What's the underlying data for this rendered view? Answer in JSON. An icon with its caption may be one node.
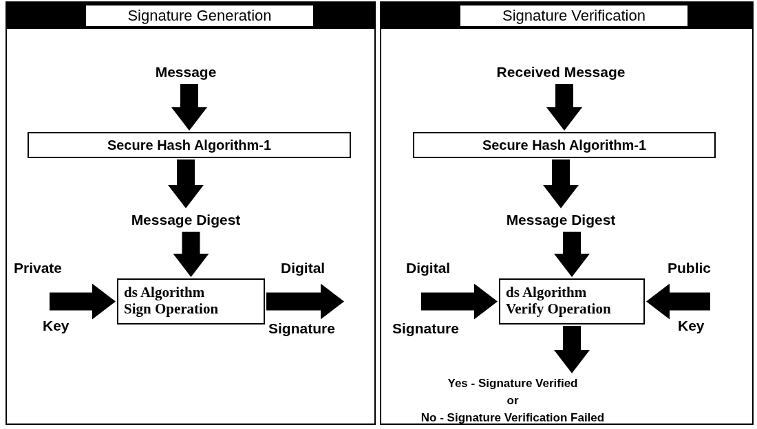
{
  "diagram": {
    "nodes": [
      {
        "text": [
          "Signature Generation"
        ]
      },
      {
        "text": [
          "Message"
        ],
        "in": 0
      },
      {
        "text": [
          "Secure Hash Algorithm-1"
        ],
        "in": 0
      },
      {
        "text": [
          "Message Digest"
        ],
        "in": 0
      },
      {
        "text": [
          "ds Algorithm Sign Operation"
        ],
        "in": 0
      },
      {
        "text": [
          "Signature Verification"
        ]
      },
      {
        "text": [
          "Received Message"
        ],
        "in": 5
      },
      {
        "text": [
          "Secure Hash Algorithm-1"
        ],
        "in": 5
      },
      {
        "text": [
          "Message Digest"
        ],
        "in": 5
      },
      {
        "text": [
          "ds Algorithm Verify Operation"
        ],
        "in": 5
      },
      {
        "text": [
          "Yes - Signature Verified",
          "or",
          "No - Signature Verification Failed"
        ],
        "in": 5
      }
    ],
    "edges": [
      {
        "from": 1,
        "to": 2,
        "arrow": "to"
      },
      {
        "from": 2,
        "to": 3,
        "arrow": "to"
      },
      {
        "from": 3,
        "to": 4,
        "arrow": "to"
      },
      {
        "from": null,
        "to": 4,
        "arrow": "to"
      },
      {
        "from": 4,
        "to": null,
        "arrow": "to"
      },
      {
        "from": 6,
        "to": 7,
        "arrow": "to"
      },
      {
        "from": 7,
        "to": 8,
        "arrow": "to"
      },
      {
        "from": 8,
        "to": 9,
        "arrow": "to"
      },
      {
        "from": null,
        "to": 9,
        "arrow": "to"
      },
      {
        "from": null,
        "to": 9,
        "arrow": "to"
      },
      {
        "from": 9,
        "to": 10,
        "arrow": "to"
      }
    ],
    "labels": [
      "Private",
      "Digital",
      "Key",
      "Signature",
      "Digital",
      "Public",
      "Signature",
      "Key"
    ]
  }
}
